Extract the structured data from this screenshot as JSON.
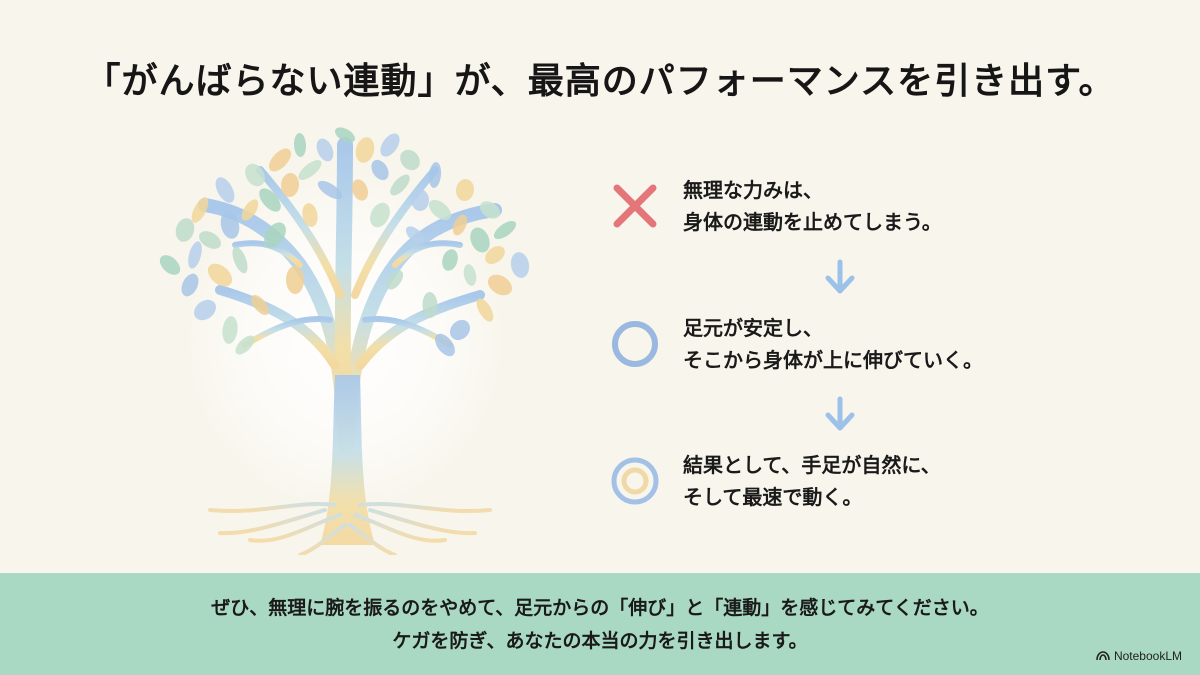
{
  "title": "「がんばらない連動」が、最高のパフォーマンスを引き出す。",
  "steps": [
    {
      "icon": "cross-icon",
      "line1": "無理な力みは、",
      "line2": "身体の連動を止めてしまう。"
    },
    {
      "icon": "circle-icon",
      "line1": "足元が安定し、",
      "line2": "そこから身体が上に伸びていく。"
    },
    {
      "icon": "double-circle-icon",
      "line1": "結果として、手足が自然に、",
      "line2": "そして最速で動く。"
    }
  ],
  "footer": {
    "line1": "ぜひ、無理に腕を振るのをやめて、足元からの「伸び」と「連動」を感じてみてください。",
    "line2": "ケガを防ぎ、あなたの本当の力を引き出します。"
  },
  "brand": {
    "label": "NotebookLM"
  },
  "colors": {
    "background": "#f8f5ec",
    "footer": "#a9d9c3",
    "cross": "#e4767a",
    "circle": "#9ab8e0",
    "arrow": "#9dc2ea"
  }
}
